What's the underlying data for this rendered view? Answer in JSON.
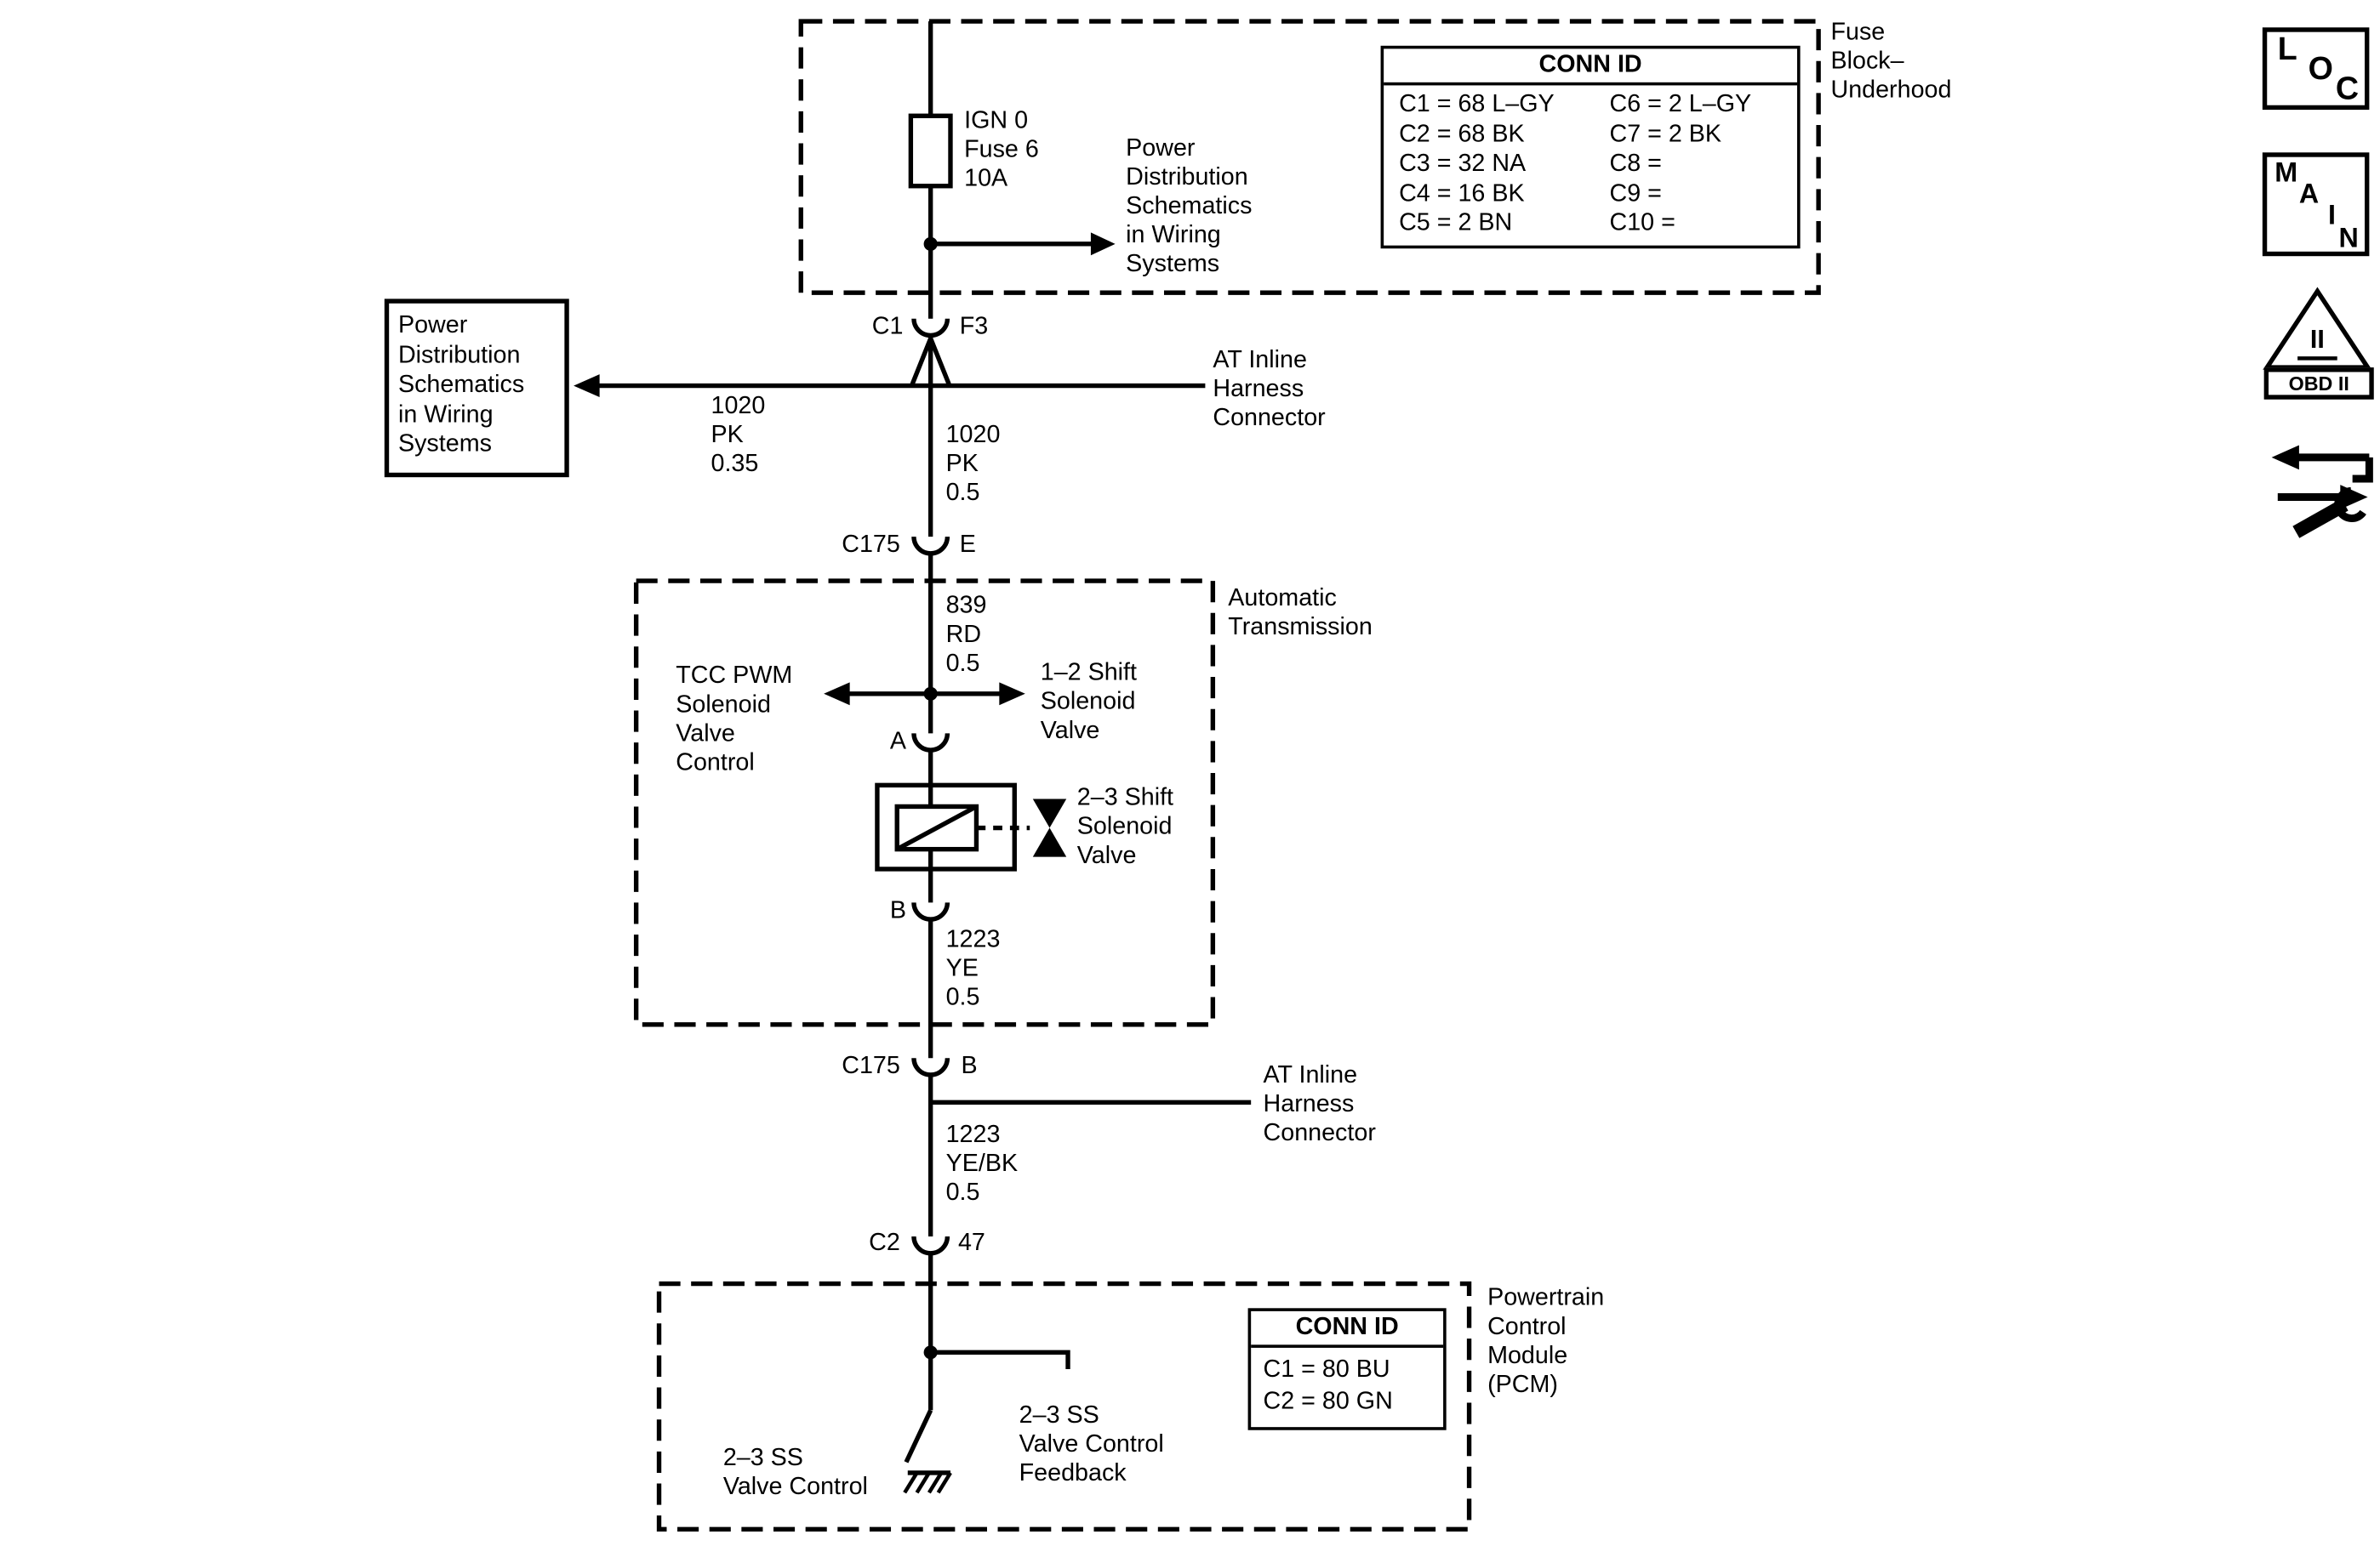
{
  "colors": {
    "ink": "#000000",
    "paper": "#ffffff"
  },
  "fuse_block": {
    "title_lines": [
      "Fuse",
      "Block–",
      "Underhood"
    ],
    "fuse_lines": [
      "IGN 0",
      "Fuse 6",
      "10A"
    ],
    "note_lines": [
      "Power",
      "Distribution",
      "Schematics",
      "in Wiring",
      "Systems"
    ],
    "conn_id": {
      "header": "CONN ID",
      "col1": [
        "C1 = 68 L–GY",
        "C2 = 68 BK",
        "C3 = 32 NA",
        "C4 = 16 BK",
        "C5 = 2 BN"
      ],
      "col2": [
        "C6 = 2 L–GY",
        "C7 = 2 BK",
        "C8 =",
        "C9 =",
        "C10 ="
      ]
    }
  },
  "power_dist_box_lines": [
    "Power",
    "Distribution",
    "Schematics",
    "in Wiring",
    "Systems"
  ],
  "connectors": {
    "c1": "C1",
    "f3": "F3",
    "c175_top": "C175",
    "c175_top_pin": "E",
    "c175_bottom": "C175",
    "c175_bottom_pin": "B",
    "c2": "C2",
    "c2_pin": "47",
    "pin_a": "A",
    "pin_b": "B"
  },
  "at_inline_top_lines": [
    "AT Inline",
    "Harness",
    "Connector"
  ],
  "at_inline_bottom_lines": [
    "AT Inline",
    "Harness",
    "Connector"
  ],
  "wires": {
    "branch_1020": [
      "1020",
      "PK",
      "0.35"
    ],
    "main_1020": [
      "1020",
      "PK",
      "0.5"
    ],
    "rd_839": [
      "839",
      "RD",
      "0.5"
    ],
    "ye_1223": [
      "1223",
      "YE",
      "0.5"
    ],
    "yebk_1223": [
      "1223",
      "YE/BK",
      "0.5"
    ]
  },
  "transmission": {
    "title_lines": [
      "Automatic",
      "Transmission"
    ],
    "tcc_lines": [
      "TCC PWM",
      "Solenoid",
      "Valve",
      "Control"
    ],
    "shift12_lines": [
      "1–2 Shift",
      "Solenoid",
      "Valve"
    ],
    "shift23_lines": [
      "2–3 Shift",
      "Solenoid",
      "Valve"
    ]
  },
  "pcm": {
    "title_lines": [
      "Powertrain",
      "Control",
      "Module",
      "(PCM)"
    ],
    "control_lines": [
      "2–3 SS",
      "Valve Control"
    ],
    "feedback_lines": [
      "2–3 SS",
      "Valve Control",
      "Feedback"
    ],
    "conn_id": {
      "header": "CONN ID",
      "rows": [
        "C1 = 80 BU",
        "C2 = 80 GN"
      ]
    }
  },
  "nav_icons": {
    "loc": [
      "L",
      "O",
      "C"
    ],
    "main": [
      "M",
      "A",
      "I",
      "N"
    ],
    "obd_triangle": "II",
    "obd_label": "OBD II"
  }
}
